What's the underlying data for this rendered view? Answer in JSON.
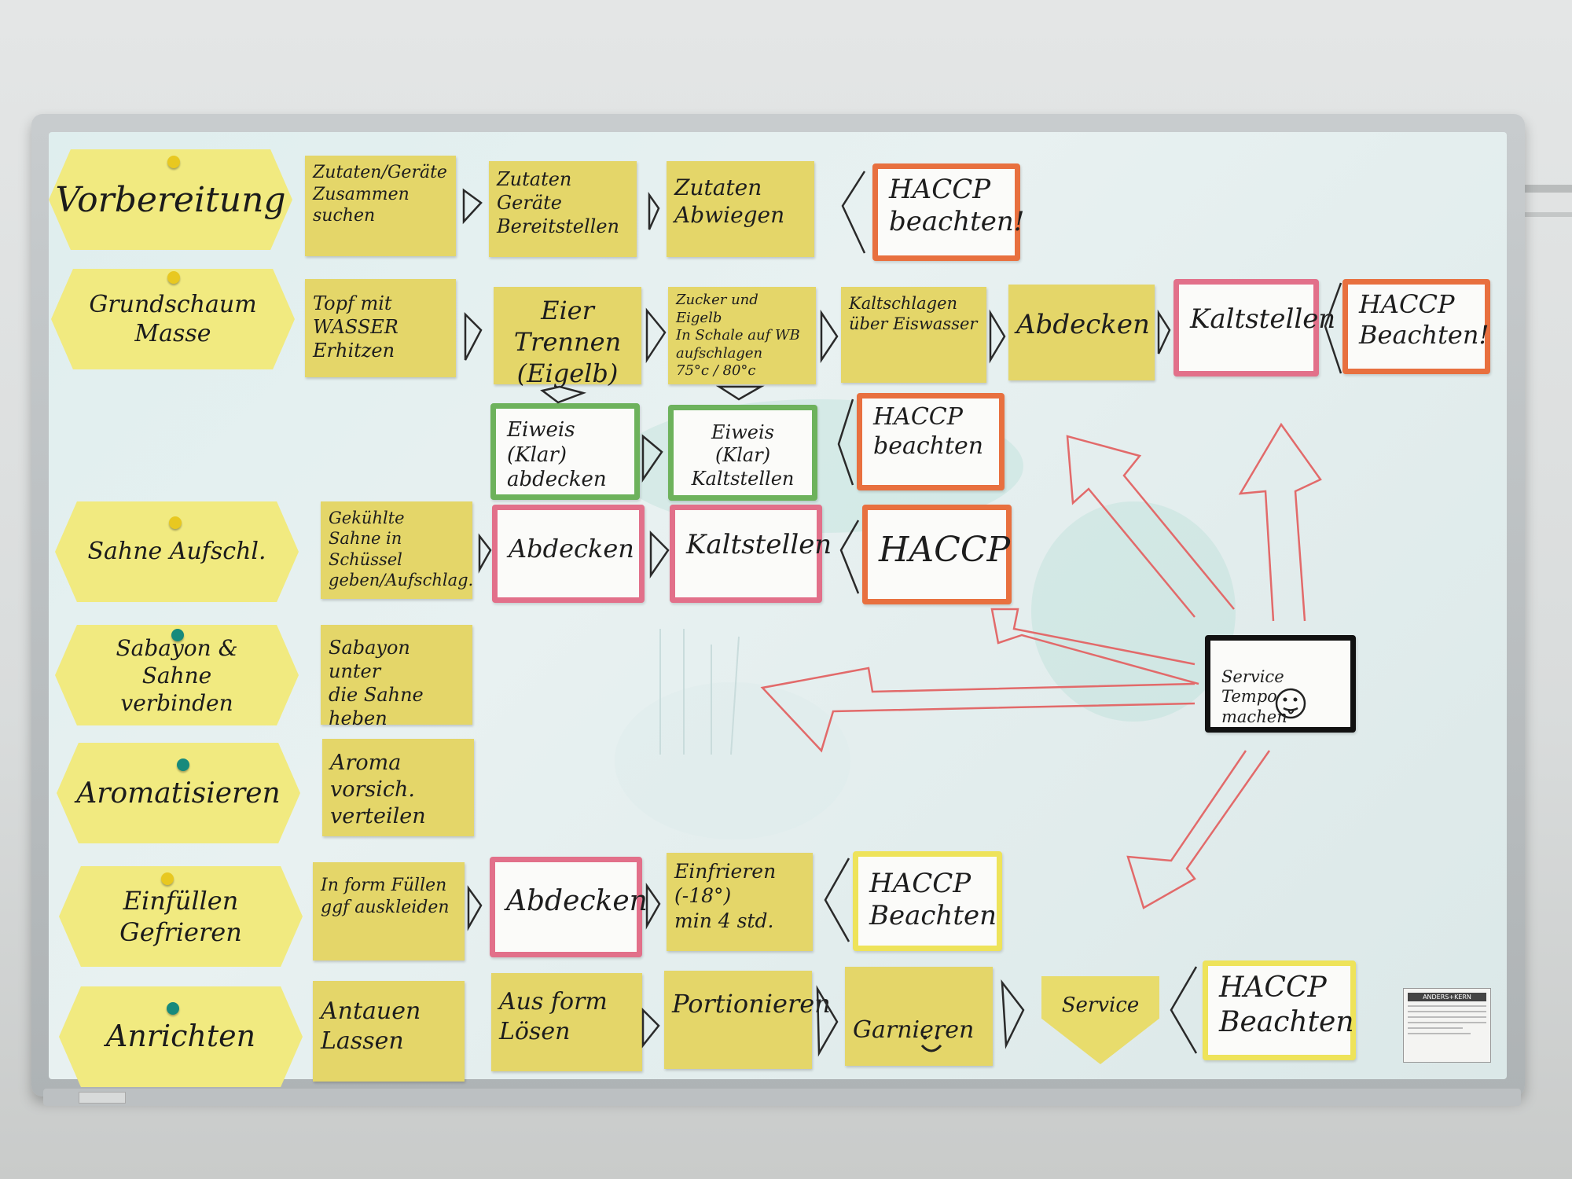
{
  "categories": [
    "Vorbereitung",
    "Grundschaum\nMasse",
    "Sahne Aufschl.",
    "Sabayon & Sahne\nverbinden",
    "Aromatisieren",
    "Einfüllen\nGefrieren",
    "Anrichten"
  ],
  "row1": {
    "step1": "Zutaten/Geräte\nZusammen suchen",
    "step2": "Zutaten\nGeräte\nBereitstellen",
    "step3": "Zutaten\nAbwiegen",
    "haccp": "HACCP\nbeachten!"
  },
  "row2": {
    "step1": "Topf mit\nWASSER Erhitzen",
    "step2": "Eier Trennen\n(Eigelb)",
    "step3": "Zucker und Eigelb\nIn Schale auf WB\naufschlagen\n75°c / 80°c",
    "step4": "Kaltschlagen\nüber Eiswasser",
    "step5": "Abdecken",
    "card": "Kaltstellen",
    "haccp": "HACCP\nBeachten!"
  },
  "row2b": {
    "card1": "Eiweis (Klar)\nabdecken",
    "card2": "Eiweis (Klar)\nKaltstellen",
    "haccp": "HACCP\nbeachten"
  },
  "row3": {
    "step1": "Gekühlte\nSahne in Schüssel\ngeben/Aufschlag.",
    "card1": "Abdecken",
    "card2": "Kaltstellen",
    "haccp": "HACCP"
  },
  "row4": {
    "step1": "Sabayon unter\ndie Sahne heben"
  },
  "row5": {
    "step1": "Aroma vorsich.\nverteilen"
  },
  "row6": {
    "step1": "In form Füllen\nggf auskleiden",
    "card1": "Abdecken",
    "step2": "Einfrieren\n(-18°)\nmin 4 std.",
    "haccp": "HACCP\nBeachten"
  },
  "row7": {
    "step1": "Antauen\nLassen",
    "step2": "Aus form\nLösen",
    "step3": "Portionieren",
    "step4": "Garnieren",
    "service": "Service",
    "haccp": "HACCP\nBeachten"
  },
  "service_card": "Service\nTempo machen",
  "label_brand": "ANDERS+KERN",
  "colors": {
    "note_yellow": "#e4d669",
    "hex_yellow": "#f1ea80",
    "marker_red": "#e26a6a",
    "haccp_orange": "#e8703f",
    "card_pink": "#e2708a",
    "card_green": "#6db25c",
    "card_yellow": "#eee35a"
  },
  "icons": [
    "smiley-face-icon",
    "tongue-smiley-icon",
    "pushpin-icon",
    "chevron-arrow-icon",
    "brace-icon"
  ]
}
